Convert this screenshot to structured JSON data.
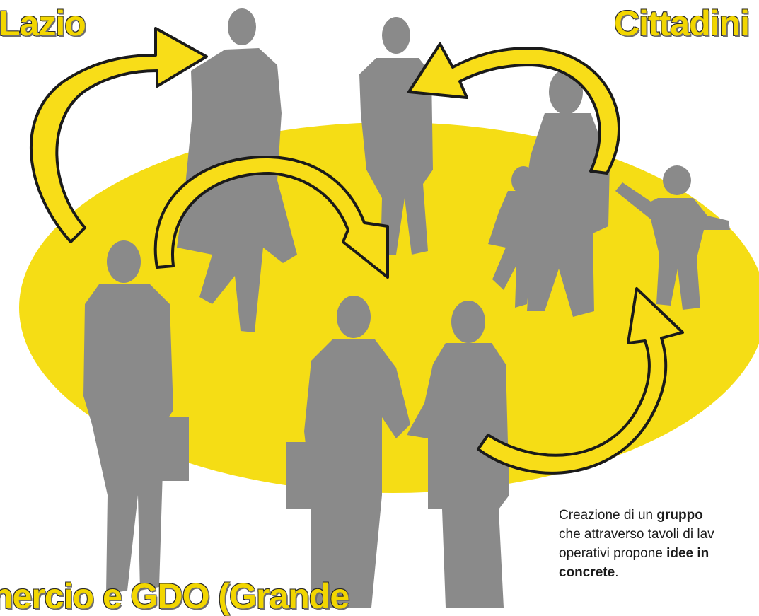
{
  "labels": {
    "lazio": "Lazio",
    "cittadini": "Cittadini",
    "commercio_line1": "nercio e GDO (Grande",
    "commercio_line2": ""
  },
  "description": {
    "line1_prefix": "Creazione di un ",
    "line1_bold": "gruppo",
    "line2": "che attraverso tavoli di lav",
    "line3_prefix": "operativi propone ",
    "line3_bold": "idee in",
    "line4_bold": "concrete",
    "line4_suffix": "."
  },
  "colors": {
    "ellipse": "#f5dd15",
    "arrow_fill": "#f8dd18",
    "silhouette": "#8a8a8a",
    "label_text": "#f2d600"
  }
}
